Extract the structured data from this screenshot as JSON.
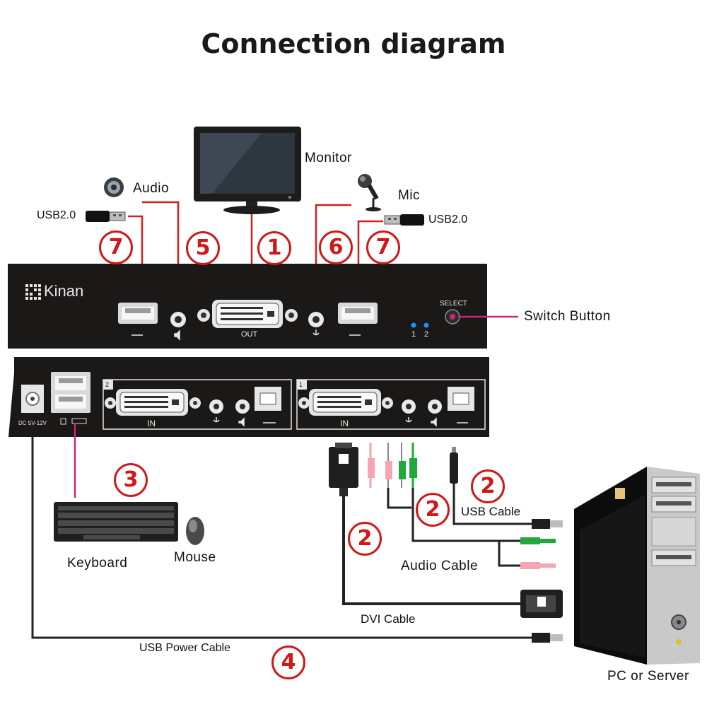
{
  "title": "Connection diagram",
  "top_labels": {
    "monitor": "Monitor",
    "audio": "Audio",
    "mic": "Mic",
    "usb_left": "USB2.0",
    "usb_right": "USB2.0",
    "switch_button": "Switch  Button"
  },
  "front_panel": {
    "brand": "Kinan",
    "out": "OUT",
    "select": "SELECT",
    "led1": "1",
    "led2": "2"
  },
  "rear_panel": {
    "dc": "DC  5V-12V",
    "in2": "IN",
    "in1": "IN",
    "badge2": "2",
    "badge1": "1"
  },
  "bottom_labels": {
    "keyboard": "Keyboard",
    "mouse": "Mouse",
    "usb_cable": "USB Cable",
    "audio_cable": "Audio Cable",
    "dvi_cable": "DVI  Cable",
    "usb_power_cable": "USB  Power  Cable",
    "pc": "PC or Server"
  },
  "markers": {
    "m7_left": "7",
    "m5": "5",
    "m1": "1",
    "m6": "6",
    "m7_right": "7",
    "m3": "3",
    "m2_usb": "2",
    "m2_audio": "2",
    "m2_dvi": "2",
    "m4": "4"
  },
  "colors": {
    "marker": "#d01818",
    "cable_line": "#d81e1e",
    "switch_line": "#c8287a",
    "panel": "#1b1818",
    "led": "#1e90ff"
  }
}
